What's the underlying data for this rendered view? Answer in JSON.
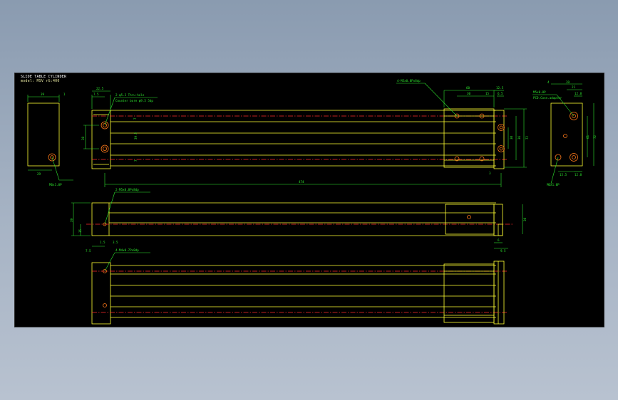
{
  "drawing": {
    "title": "SLIDE TABLE CYLINDER",
    "subtitle": "model: MSV  rG:400",
    "colors": {
      "background": "#000000",
      "outline": "#ffff33",
      "dimension": "#2ee62e",
      "centerline": "#ff2a2a",
      "hole": "#ff7a1a"
    }
  },
  "notes": {
    "top_left_holes": "2-φ5.2 Thru-hole",
    "top_left_counterbore": "Counter bore φ9.5 5dp",
    "top_right_holes": "4-M5x0.8Px8dp",
    "right_view_port": "M5x0.8P",
    "right_view_port2": "PCD.Conn.adapter",
    "bottom_left_tap": "M6x1.0P",
    "bottom_right_tap": "M6x1.0P",
    "side_view_holes": "2-M5x0.8Px8dp",
    "bottom_view_holes": "4-M4x0.7Px8dp"
  },
  "dims": {
    "d39_left": "39",
    "d29": "29",
    "d1": "1",
    "d22_5": "22.5",
    "d7_5": "7.5",
    "d30_left": "30",
    "d7_top": "7",
    "d39_5": "39.5",
    "d7_bot": "7",
    "d474": "474",
    "d60": "60",
    "d30_top": "30",
    "d15": "15",
    "d12_5": "12.5",
    "d6_5": "6.5",
    "d30_right": "30",
    "d36": "36",
    "d72": "72",
    "d3": "3",
    "d4": "4",
    "d39_r": "39",
    "d21": "21",
    "d12_8": "12.8",
    "d15_5": "15.5",
    "d12_8b": "12.8",
    "d61": "61",
    "d72_r": "72",
    "d39_side": "39",
    "d15_side": "15",
    "d1_5": "1.5",
    "d3_5": "3.5",
    "d7_5_side": "7.5",
    "d30_side": "30",
    "d6": "6",
    "d9_5": "9.5"
  }
}
